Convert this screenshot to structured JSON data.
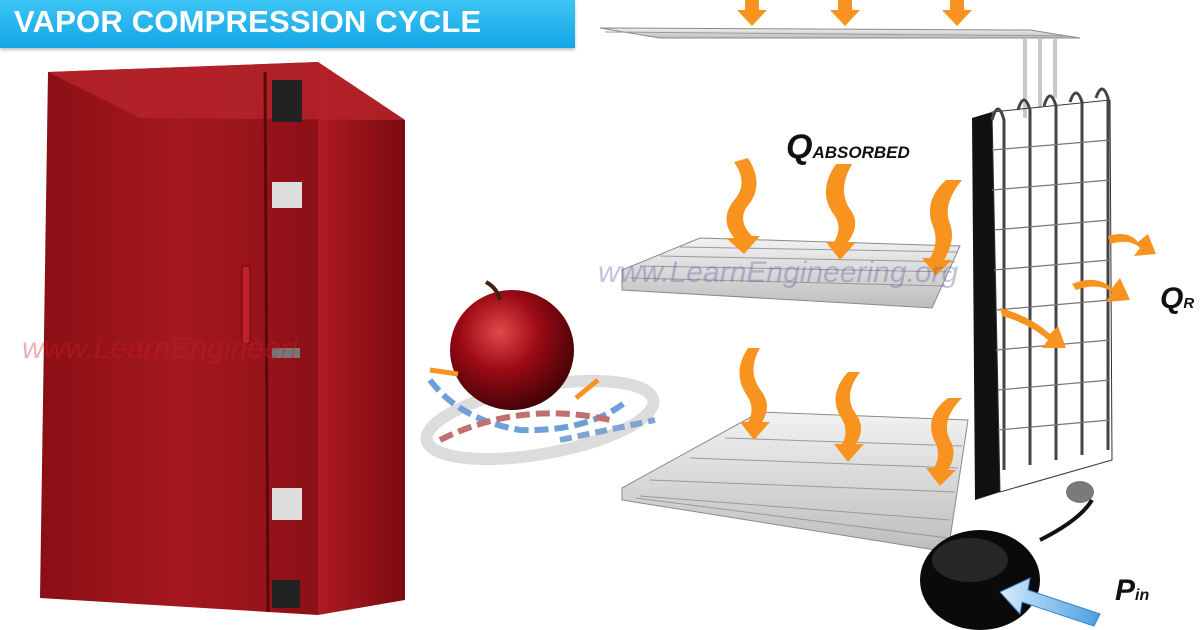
{
  "title": "VAPOR COMPRESSION CYCLE",
  "labels": {
    "q_absorbed_main": "Q",
    "q_absorbed_sub": "ABSORBED",
    "q_rejected_main": "Q",
    "q_rejected_sub": "R",
    "p_in_main": "P",
    "p_in_sub": "in"
  },
  "watermarks": {
    "left": "www.LearnEngineeri",
    "right": "www.LearnEngineering.org"
  },
  "colors": {
    "banner": "#1fb0ec",
    "fridge": "#9e1218",
    "heat_arrow": "#f7931e",
    "power_arrow": "#5aa9e6",
    "apple": "#9c0a14"
  }
}
